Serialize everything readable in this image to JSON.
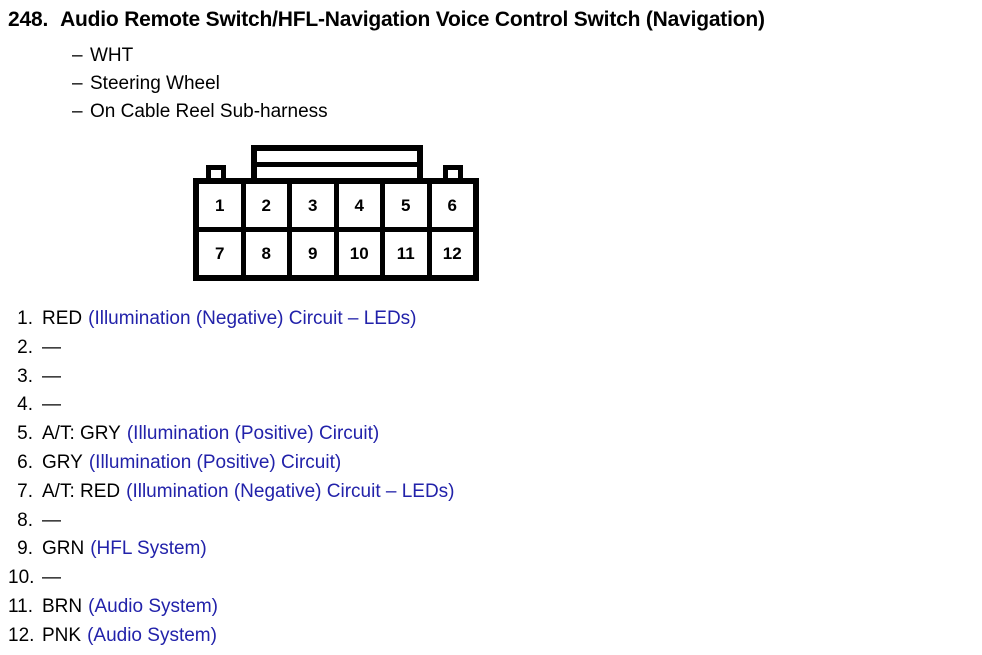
{
  "header": {
    "number": "248.",
    "title": "Audio Remote Switch/HFL-Navigation Voice Control Switch (Navigation)"
  },
  "subtitles": [
    {
      "dash": "–",
      "text": "WHT"
    },
    {
      "dash": "–",
      "text": "Steering Wheel"
    },
    {
      "dash": "–",
      "text": "On Cable Reel Sub-harness"
    }
  ],
  "connector": {
    "top_row": [
      "1",
      "2",
      "3",
      "4",
      "5",
      "6"
    ],
    "bottom_row": [
      "7",
      "8",
      "9",
      "10",
      "11",
      "12"
    ]
  },
  "pins": [
    {
      "number": "1.",
      "wire": "RED",
      "desc": "(Illumination (Negative) Circuit – LEDs)"
    },
    {
      "number": "2.",
      "wire": "—",
      "desc": ""
    },
    {
      "number": "3.",
      "wire": "—",
      "desc": ""
    },
    {
      "number": "4.",
      "wire": "—",
      "desc": ""
    },
    {
      "number": "5.",
      "wire": "A/T: GRY",
      "desc": "(Illumination (Positive) Circuit)"
    },
    {
      "number": "6.",
      "wire": "GRY",
      "desc": "(Illumination (Positive) Circuit)"
    },
    {
      "number": "7.",
      "wire": "A/T: RED",
      "desc": "(Illumination (Negative) Circuit – LEDs)"
    },
    {
      "number": "8.",
      "wire": "—",
      "desc": ""
    },
    {
      "number": "9.",
      "wire": "GRN",
      "desc": "(HFL System)"
    },
    {
      "number": "10.",
      "wire": "—",
      "desc": ""
    },
    {
      "number": "11.",
      "wire": "BRN",
      "desc": "(Audio System)"
    },
    {
      "number": "12.",
      "wire": "PNK",
      "desc": "(Audio System)"
    }
  ],
  "colors": {
    "text": "#000000",
    "circuit_description": "#2222AA",
    "connector_outline": "#000000"
  }
}
